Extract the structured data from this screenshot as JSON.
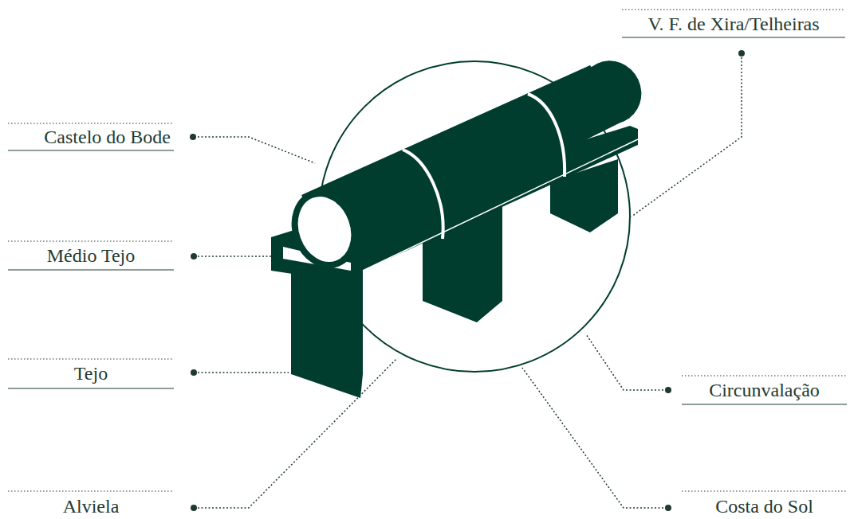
{
  "diagram": {
    "labels": [
      "Castelo do Bode",
      "Médio Tejo",
      "Tejo",
      "Alviela",
      "V. F. de Xira/Telheiras",
      "Circunvalação",
      "Costa do Sol"
    ]
  }
}
